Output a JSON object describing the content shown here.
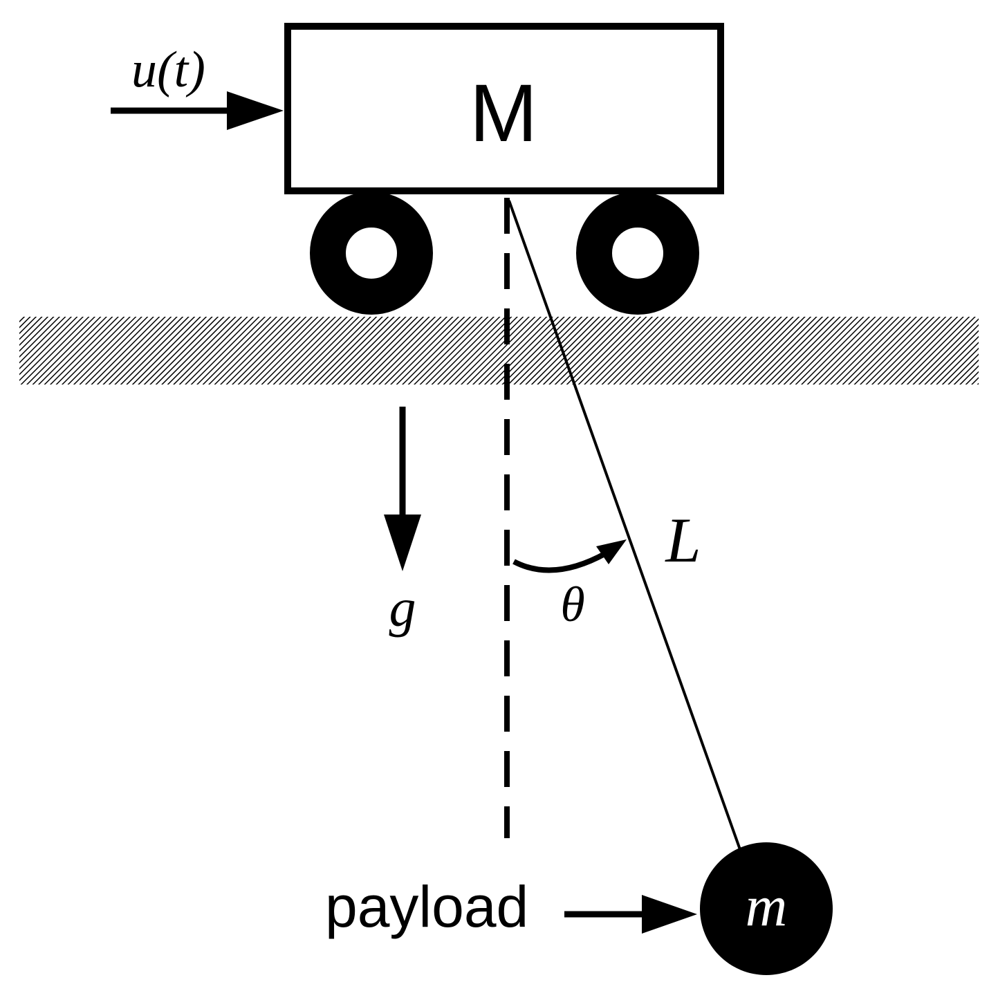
{
  "labels": {
    "cart_mass": "M",
    "force": "u(t)",
    "gravity": "g",
    "angle": "θ",
    "length": "L",
    "payload": "payload",
    "payload_mass": "m"
  },
  "colors": {
    "ink": "#000000",
    "background": "#ffffff",
    "payload_text": "#ffffff"
  }
}
